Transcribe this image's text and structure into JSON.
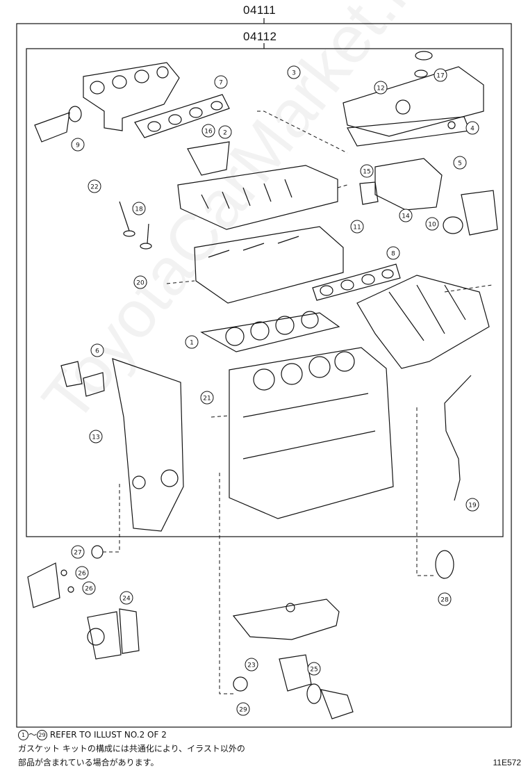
{
  "header": {
    "outer_code": "04111",
    "inner_code": "04112"
  },
  "watermark": "ToyotaCarMarket.ru",
  "footnote": {
    "range_start": "1",
    "range_sep": "～",
    "range_end": "29",
    "refer_text": "REFER TO ILLUST NO.2 OF 2",
    "jp_line1": "ガスケット キットの構成には共通化により、イラスト以外の",
    "jp_line2": "部品が含まれている場合があります。"
  },
  "figure_ref": "11E572",
  "callouts": [
    "1",
    "2",
    "3",
    "4",
    "5",
    "6",
    "7",
    "8",
    "9",
    "10",
    "11",
    "12",
    "13",
    "14",
    "15",
    "16",
    "17",
    "18",
    "19",
    "20",
    "21",
    "22",
    "23",
    "24",
    "25",
    "26",
    "26",
    "27",
    "28",
    "29"
  ]
}
